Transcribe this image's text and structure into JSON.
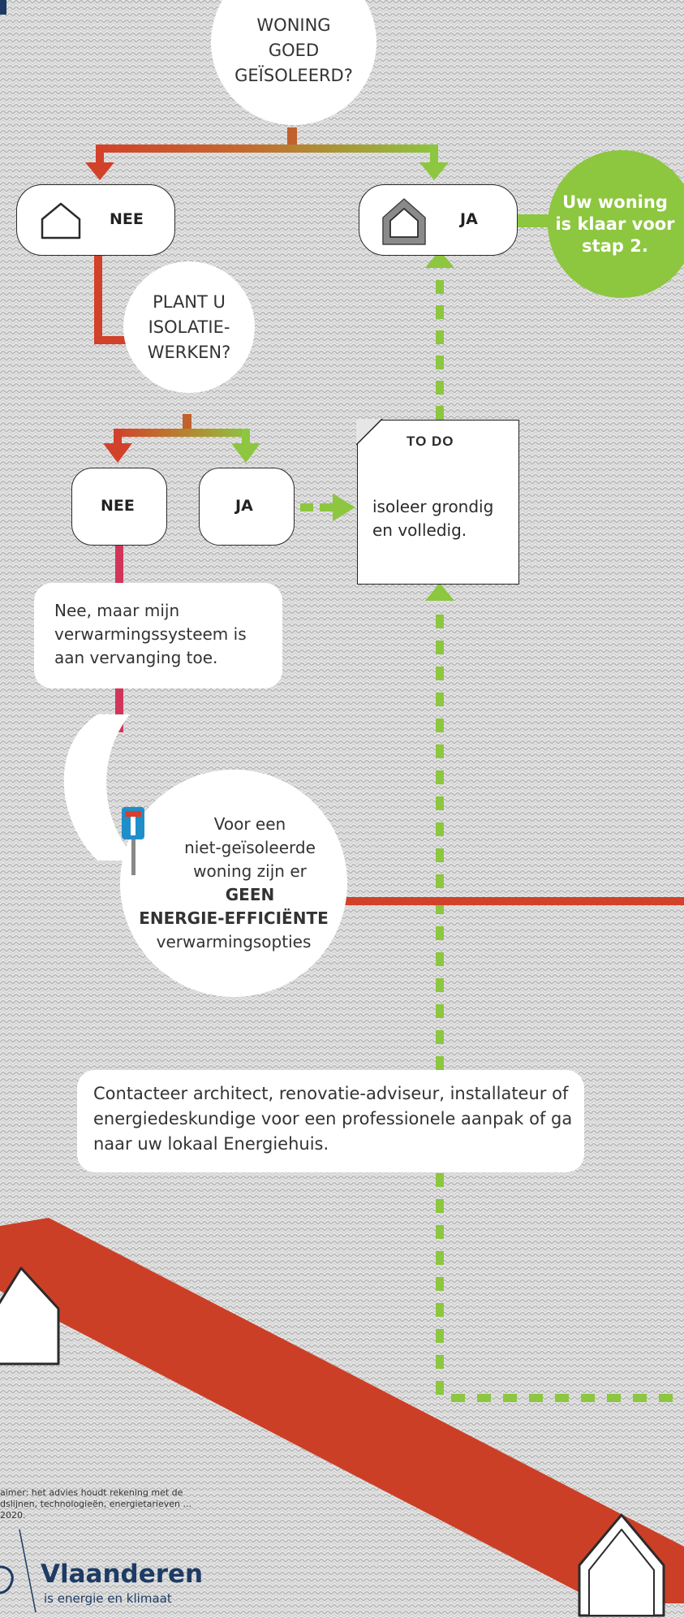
{
  "colors": {
    "red": "#d2412a",
    "green": "#8dc63f",
    "pink": "#d1365a",
    "navy": "#1d3b64"
  },
  "question1": {
    "line1": "WONING",
    "line2": "GOED",
    "line3": "GEÏSOLEERD?"
  },
  "node_nee_top": {
    "label": "NEE",
    "icon": "house-outline-icon"
  },
  "node_ja_top": {
    "label": "JA",
    "icon": "house-insulated-icon"
  },
  "green_badge": {
    "line1": "Uw woning",
    "line2": "is klaar voor",
    "line3": "stap 2."
  },
  "question2": {
    "line1": "PLANT U",
    "line2": "ISOLATIE-",
    "line3": "WERKEN?"
  },
  "node_nee_mid": {
    "label": "NEE"
  },
  "node_ja_mid": {
    "label": "JA"
  },
  "todo": {
    "title": "TO DO",
    "line1": "isoleer grondig",
    "line2": "en volledig."
  },
  "bubble_heating": {
    "line1": "Nee, maar mijn",
    "line2": "verwarmingssysteem is",
    "line3": "aan vervanging toe."
  },
  "dead_end": {
    "icon": "dead-end-sign-icon",
    "line1": "Voor een",
    "line2": "niet-geïsoleerde",
    "line3": "woning zijn er",
    "bold1": "GEEN",
    "bold2": "ENERGIE-EFFICIËNTE",
    "line4": "verwarmingsopties"
  },
  "contact_bubble": {
    "line1": "Contacteer architect, renovatie-adviseur, installateur of",
    "line2": "energiedeskundige voor een professionele aanpak of ga",
    "line3": "naar uw lokaal Energiehuis."
  },
  "disclaimer": {
    "line1": "aimer: het advies houdt rekening met de",
    "line2": "dslijnen, technologieën, energietarieven ...",
    "line3": "2020."
  },
  "brand": {
    "name": "Vlaanderen",
    "tagline": "is energie en klimaat",
    "logo": "vlaanderen-lion-logo"
  }
}
